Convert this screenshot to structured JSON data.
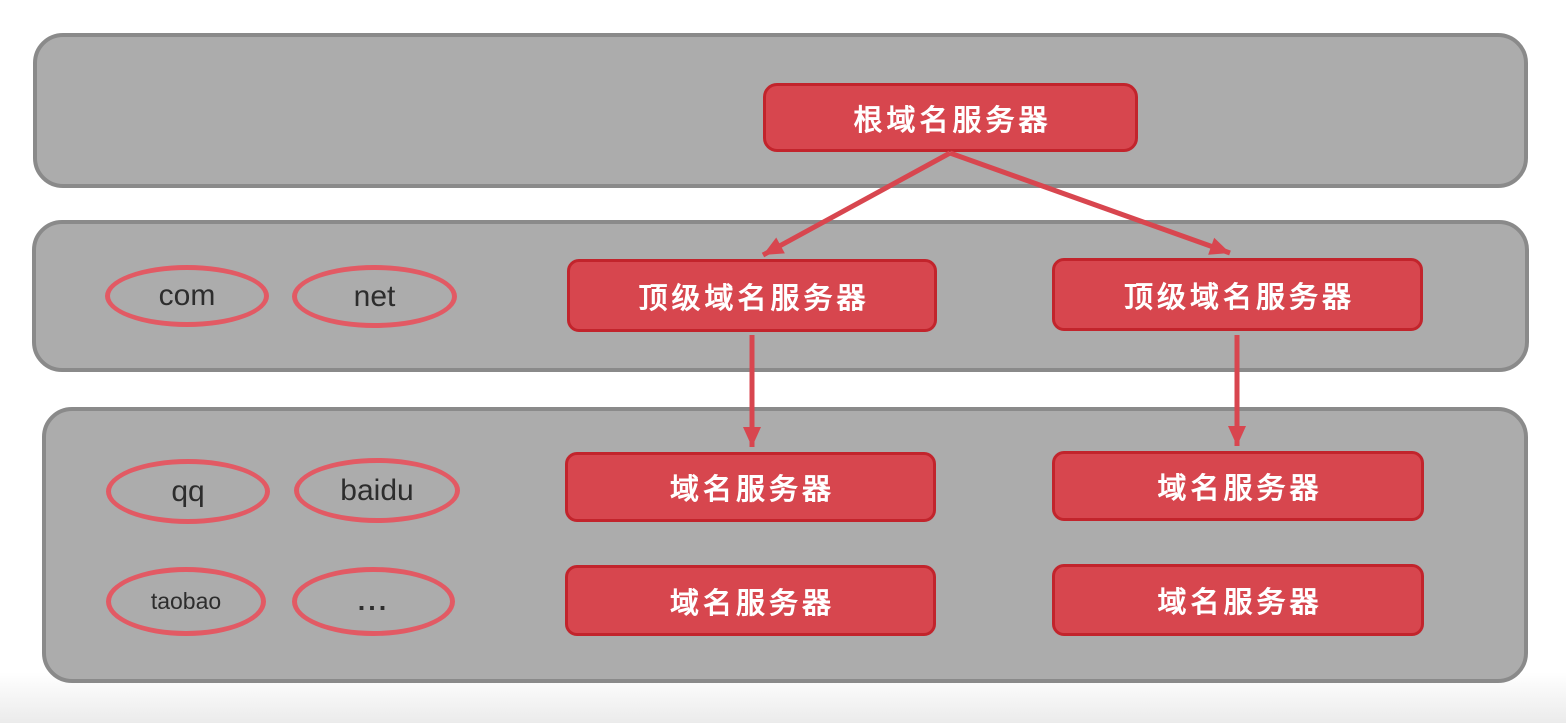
{
  "diagram": {
    "root_label": "根域名服务器",
    "tld_box_labels": [
      "顶级域名服务器",
      "顶级域名服务器"
    ],
    "tld_ellipse_labels": [
      "com",
      "net"
    ],
    "dns_box_labels": [
      "域名服务器",
      "域名服务器",
      "域名服务器",
      "域名服务器"
    ],
    "site_ellipse_labels": [
      "qq",
      "baidu",
      "taobao",
      "..."
    ],
    "edges": [
      {
        "from": "root-server",
        "to": "tld-server-left"
      },
      {
        "from": "root-server",
        "to": "tld-server-right"
      },
      {
        "from": "tld-server-left",
        "to": "dns-server-left-1"
      },
      {
        "from": "tld-server-right",
        "to": "dns-server-right-1"
      }
    ],
    "colors": {
      "node_fill": "#d7464e",
      "node_border": "#c2242c",
      "node_text": "#ffffff",
      "ellipse_stroke": "#e25a64",
      "ellipse_text": "#2d2d2d",
      "arrow": "#d8464f",
      "band_fill": "#acacac",
      "band_border": "#8a8a8a",
      "background": "#ffffff"
    }
  }
}
